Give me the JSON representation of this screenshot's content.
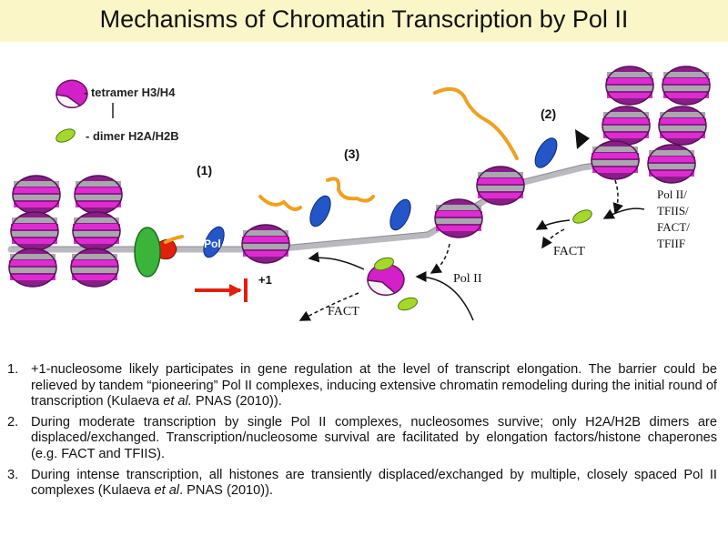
{
  "title": "Mechanisms of Chromatin Transcription by Pol II",
  "legend": {
    "tetramer": "- tetramer H3/H4",
    "dimer": "- dimer H2A/H2B"
  },
  "labels": {
    "stage1": "(1)",
    "stage2": "(2)",
    "stage3": "(3)",
    "pol_short": "Pol",
    "plus1": "+1",
    "pol_ii": "Pol II",
    "fact_bottom": "FACT",
    "fact_right": "FACT",
    "factors": [
      "Pol II/",
      "TFIIS/",
      "FACT/",
      "TFIIF"
    ]
  },
  "colors": {
    "title_band": "#fbf6c8",
    "nucleosome_magenta": "#d420c8",
    "nucleosome_purple": "#8a1e88",
    "histone_gray": "#a7a7ad",
    "dna_gray": "#b9b9bf",
    "pol_blue": "#2456c8",
    "rna_orange": "#f0a020",
    "dimer_green": "#a6d82a",
    "complex_green": "#3cb43c",
    "barrier_red": "#e0200c"
  },
  "notes": [
    {
      "num": "1.",
      "parts": [
        "+1-nucleosome likely participates in gene regulation at the level of transcript elongation. The barrier could be relieved by tandem “pioneering” Pol II complexes, inducing extensive chromatin remodeling during the initial round of transcription (Kulaeva ",
        "et al.",
        " PNAS (2010))."
      ]
    },
    {
      "num": "2.",
      "parts": [
        "During moderate transcription by single Pol II complexes, nucleosomes survive; only H2A/H2B dimers are displaced/exchanged. Transcription/nucleosome survival are facilitated by elongation factors/histone chaperones (e.g. FACT and TFIIS)."
      ]
    },
    {
      "num": "3.",
      "parts": [
        "During intense transcription, all histones are transiently displaced/exchanged by multiple, closely spaced Pol II complexes (Kulaeva ",
        "et al",
        ". PNAS (2010))."
      ]
    }
  ]
}
